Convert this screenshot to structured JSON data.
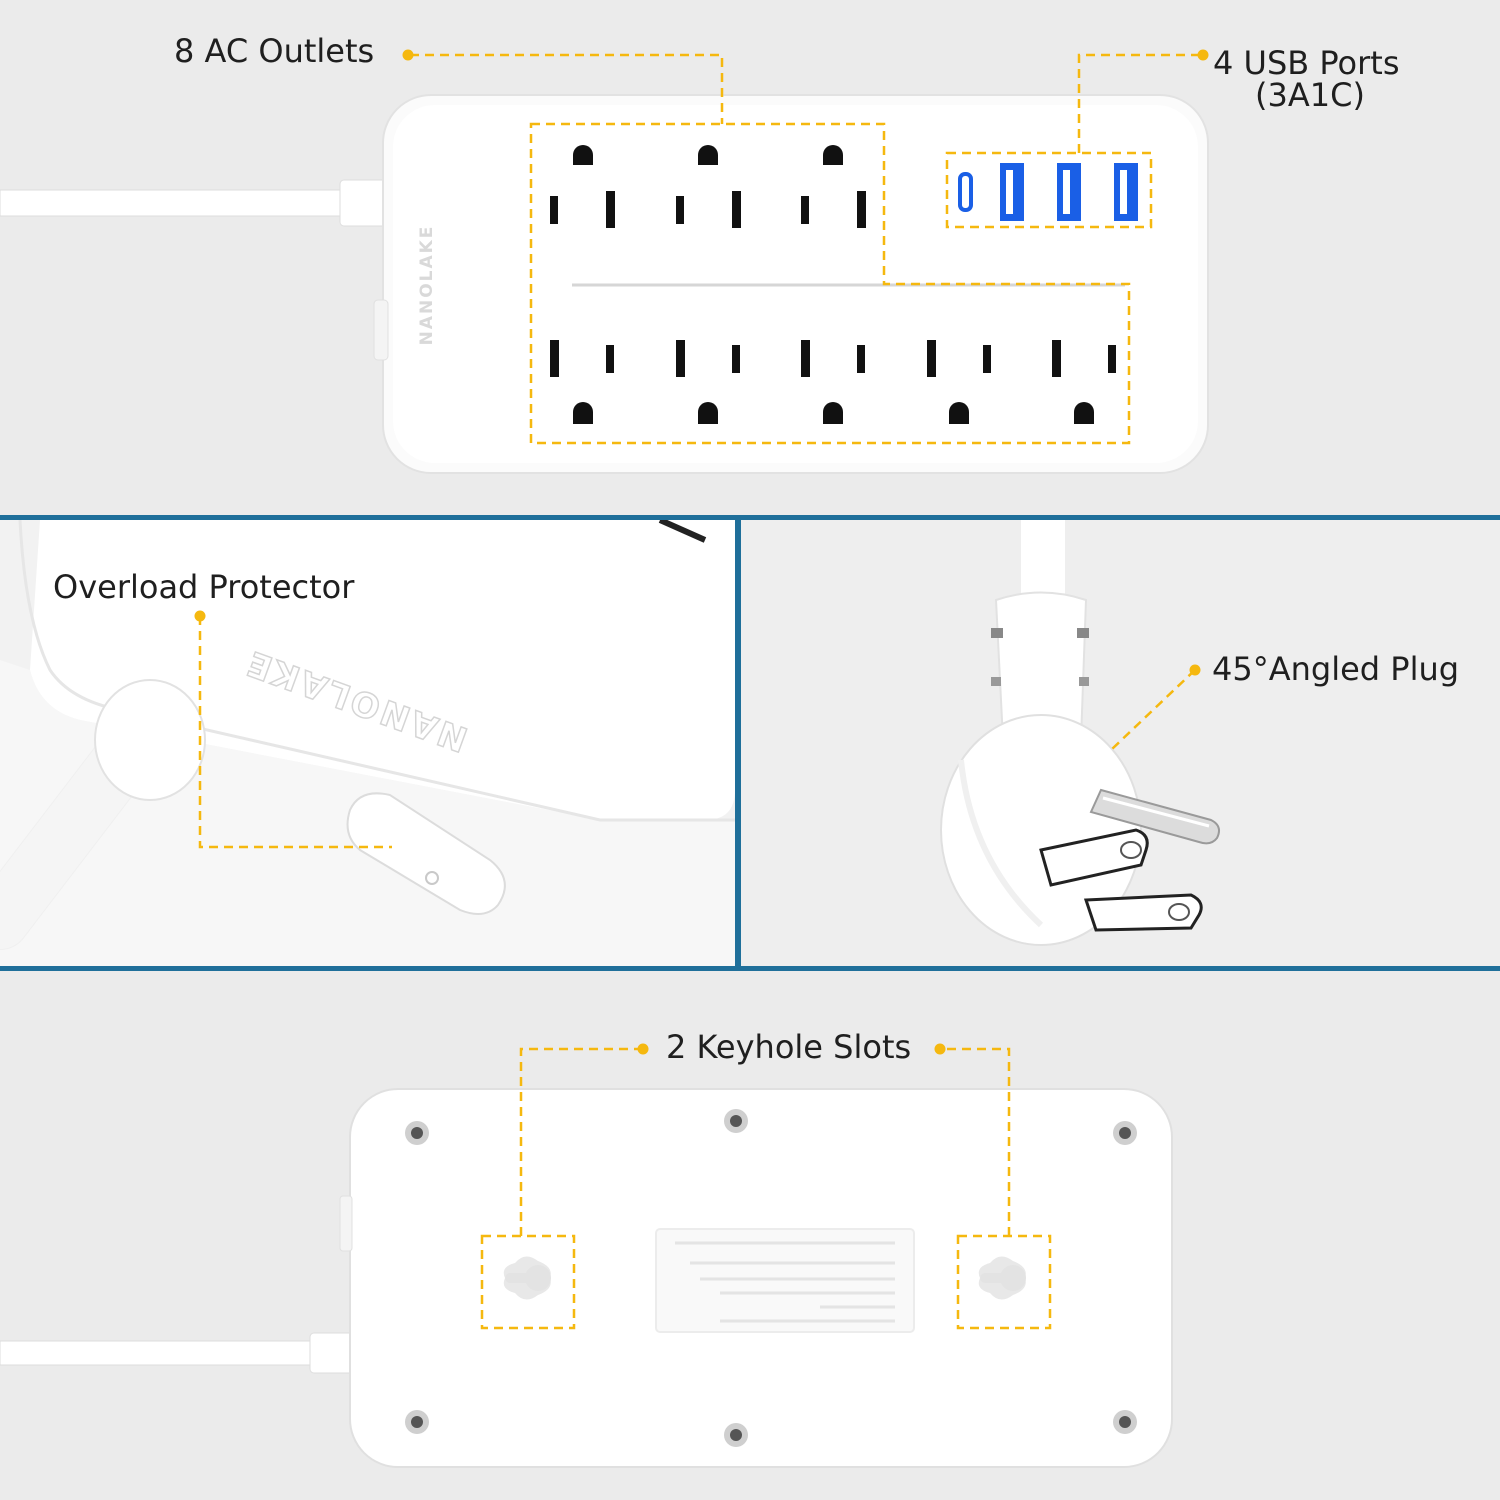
{
  "labels": {
    "ac_outlets": "8 AC Outlets",
    "usb_ports_line1": "4 USB Ports",
    "usb_ports_line2": "(3A1C)",
    "overload": "Overload Protector",
    "plug": "45°Angled Plug",
    "keyhole": "2 Keyhole Slots"
  },
  "brand": "NANOLAKE",
  "colors": {
    "callout": "#f5b80f",
    "divider": "#1f6f9a",
    "usb_port": "#1a5fe6",
    "background": "#ebebeb",
    "device": "#ffffff"
  },
  "product": {
    "ac_outlet_count": 8,
    "usb_port_count": 4,
    "keyhole_slot_count": 2
  }
}
